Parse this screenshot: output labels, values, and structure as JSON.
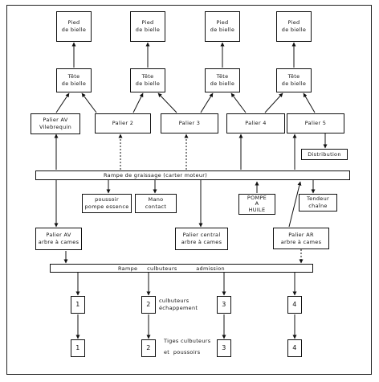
{
  "pied": [
    "Pied",
    "de bielle"
  ],
  "tete": [
    "Tête",
    "de bielle"
  ],
  "paliers": {
    "av": [
      "Palier AV",
      "Vilebrequin"
    ],
    "p2": "Palier 2",
    "p3": "Palier 3",
    "p4": "Palier 4",
    "p5": "Palier 5"
  },
  "distribution": "Distribution",
  "rampe_graissage": "Rampe de graissage   (carter moteur)",
  "poussoir": [
    "poussoir",
    "pompe essence"
  ],
  "mano": [
    "Mano",
    "contact"
  ],
  "pompe": [
    "POMPE",
    "A",
    "HUILE"
  ],
  "tendeur": [
    "Tendeur",
    "chaîne"
  ],
  "palier_av_cames": [
    "Palier AV",
    "arbre à cames"
  ],
  "palier_central": [
    "Palier central",
    "arbre à cames"
  ],
  "palier_ar": [
    "Palier AR",
    "arbre à cames"
  ],
  "rampe_culbuteurs": "Rampe     culbuteurs          admission",
  "culbuteurs_label": [
    "culbuteurs",
    "échappement"
  ],
  "tiges_label": [
    "Tiges culbuteurs",
    "et  poussoirs"
  ],
  "numbers": [
    "1",
    "2",
    "3",
    "4"
  ]
}
